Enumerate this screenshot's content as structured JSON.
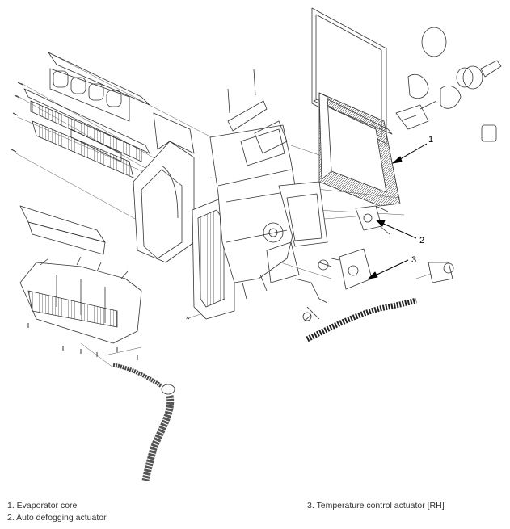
{
  "callouts": [
    "1",
    "2",
    "3"
  ],
  "legend": {
    "items": [
      "1. Evaporator core",
      "2. Auto defogging actuator",
      "3. Temperature control actuator [RH]"
    ]
  }
}
